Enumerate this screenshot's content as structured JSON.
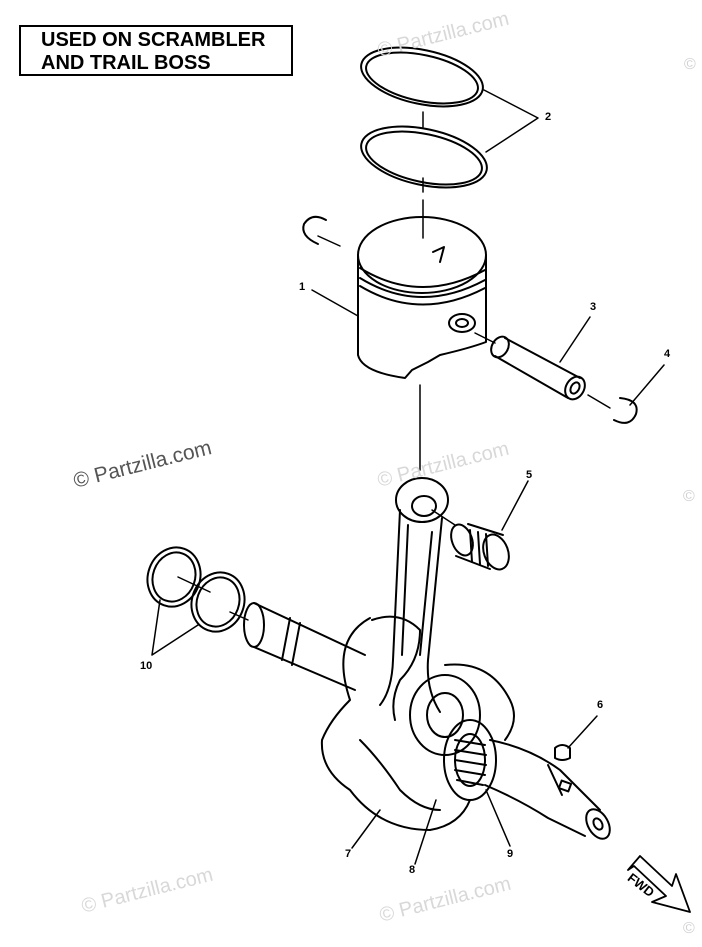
{
  "header": {
    "line1": "USED ON SCRAMBLER",
    "line2": "AND TRAIL BOSS"
  },
  "watermarks": {
    "main": "© Partzilla.com",
    "faint": "© Partzilla.com",
    "symbol": "©"
  },
  "callouts": [
    "1",
    "2",
    "3",
    "4",
    "5",
    "6",
    "7",
    "8",
    "9",
    "10"
  ],
  "fwd_label": "FWD"
}
